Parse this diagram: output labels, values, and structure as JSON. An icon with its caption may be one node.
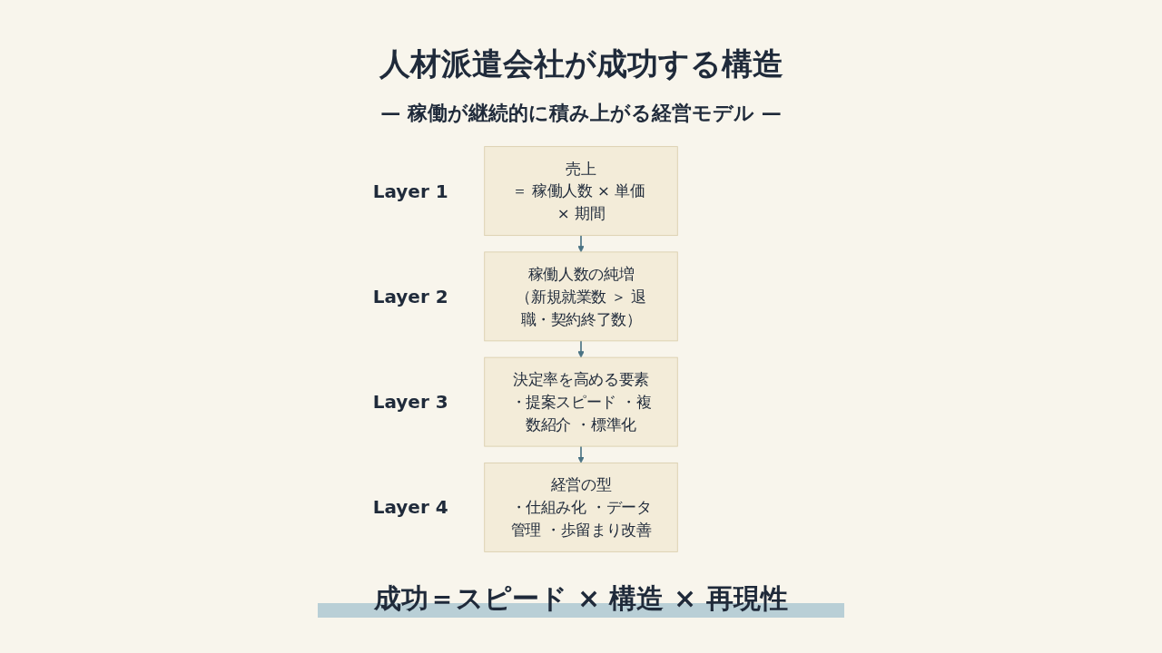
{
  "diagram": {
    "title": "人材派遣会社が成功する構造",
    "nodes": [
      {
        "text": [
          "売上",
          "＝ 稼働人数 × 単価 × 期間"
        ],
        "beside": [
          "Layer 1"
        ]
      },
      {
        "text": [
          "稼働人数の純増",
          "（新規就業数 ＞ 退職・契約終了数）"
        ],
        "beside": [
          "Layer 2"
        ]
      },
      {
        "text": [
          "決定率を高める要素",
          "・提案スピード ・複数紹介 ・標準化"
        ],
        "beside": [
          "Layer 3"
        ]
      },
      {
        "text": [
          "経営の型",
          "・仕組み化 ・データ管理 ・歩留まり改善"
        ],
        "beside": [
          "Layer 4"
        ]
      }
    ],
    "edges": [
      {
        "from": 0,
        "to": 1,
        "arrow": "to"
      },
      {
        "from": 1,
        "to": 2,
        "arrow": "to"
      },
      {
        "from": 2,
        "to": 3,
        "arrow": "to"
      }
    ],
    "labels": [
      "— 稼働が継続的に積み上がる経営モデル —",
      "成功＝スピード × 構造 × 再現性"
    ]
  }
}
